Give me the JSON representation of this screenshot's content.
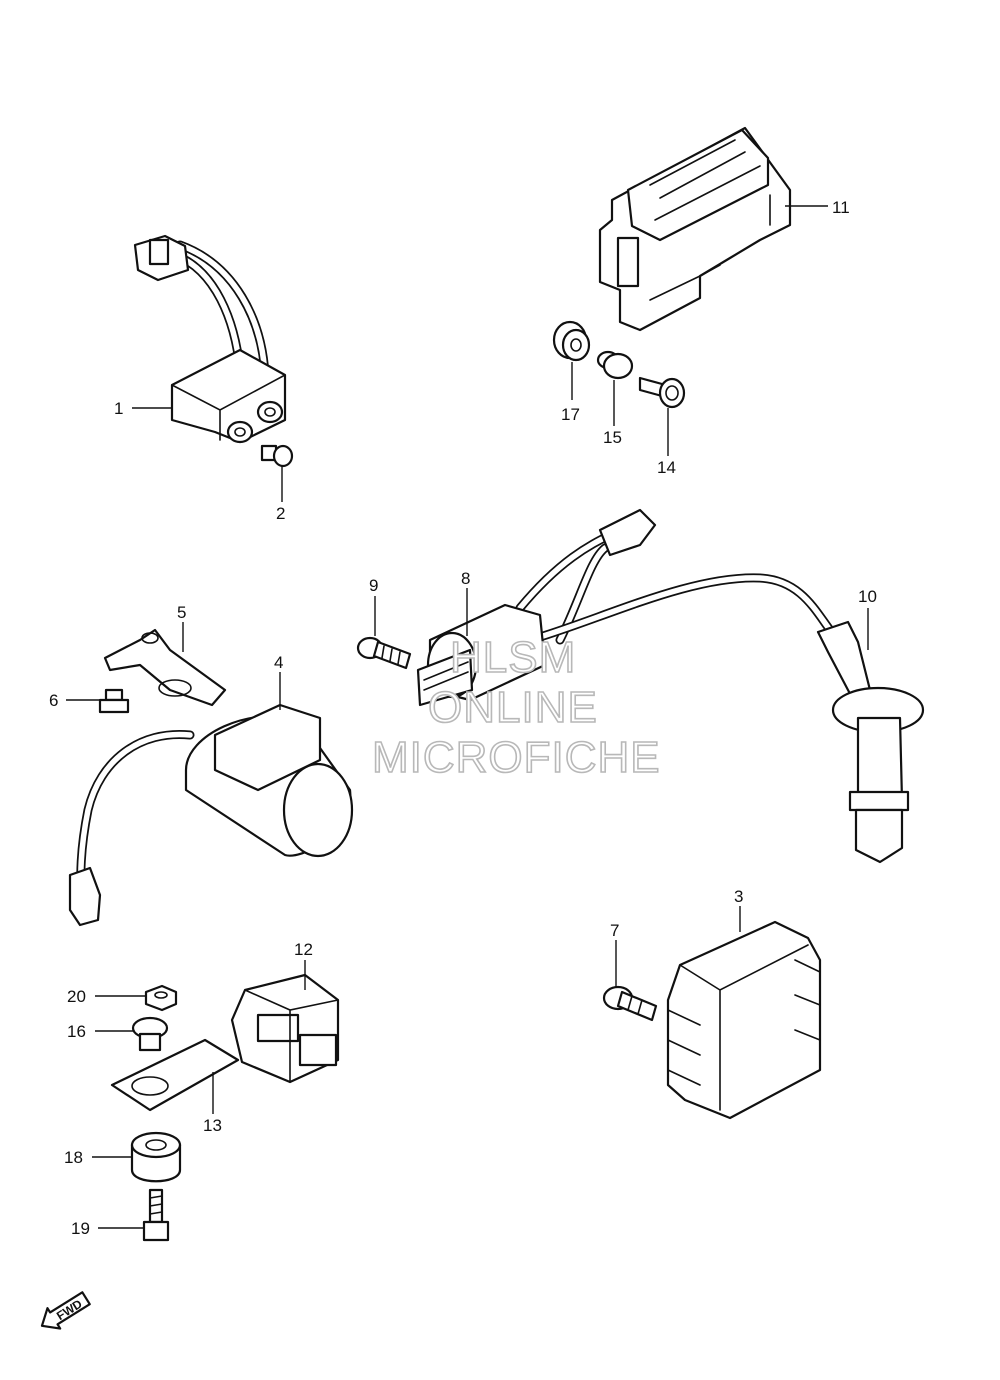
{
  "labels": {
    "p1": "1",
    "p2": "2",
    "p3": "3",
    "p4": "4",
    "p5": "5",
    "p6": "6",
    "p7": "7",
    "p8": "8",
    "p9": "9",
    "p10": "10",
    "p11": "11",
    "p12": "12",
    "p13": "13",
    "p14": "14",
    "p15": "15",
    "p16": "16",
    "p17": "17",
    "p18": "18",
    "p19": "19",
    "p20": "20"
  },
  "watermark": {
    "line1": "HLSM",
    "line2": "ONLINE",
    "line3": "MICROFICHE"
  },
  "fwd_label": "FWD"
}
